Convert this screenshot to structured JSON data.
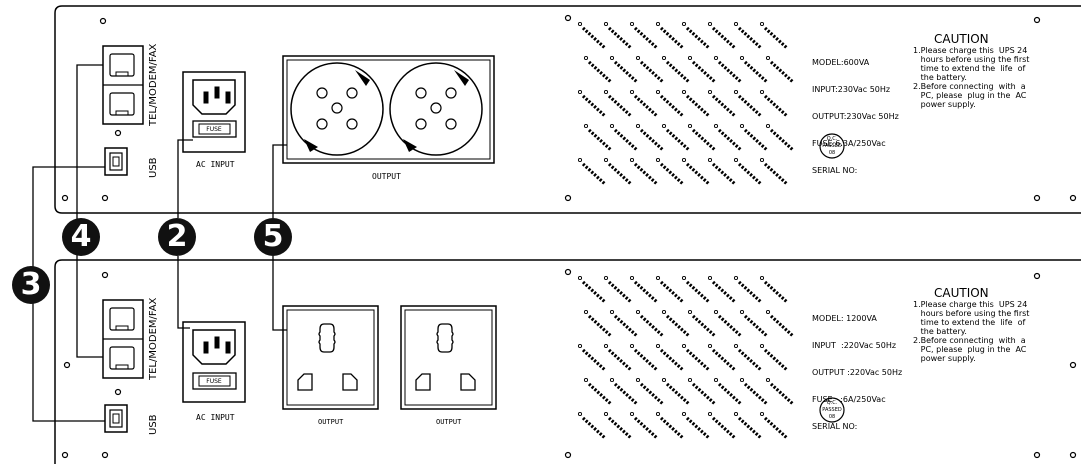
{
  "callouts": {
    "c4": "4",
    "c2": "2",
    "c5": "5",
    "c3": "3"
  },
  "top_panel": {
    "tel_label": "TEL/MODEM/FAX",
    "usb_label": "USB",
    "ac_input_label": "AC INPUT",
    "fuse_label": "FUSE",
    "output_label": "OUTPUT",
    "specs": [
      "MODEL:600VA",
      "INPUT:230Vac 50Hz",
      "OUTPUT:230Vac 50Hz",
      "FUSE:6.3A/250Vac",
      "SERIAL NO:"
    ],
    "caution_title": "CAUTION",
    "caution_lines": [
      "1.Please charge this  UPS 24",
      "   hours before using the first",
      "   time to extend the  life  of",
      "   the battery.",
      "2.Before connecting  with  a",
      "   PC, please  plug in the  AC",
      "   power supply."
    ],
    "stamp": [
      "Q.C.",
      "PASSED",
      "08"
    ]
  },
  "bottom_panel": {
    "tel_label": "TEL/MODEM/FAX",
    "usb_label": "USB",
    "ac_input_label": "AC INPUT",
    "fuse_label": "FUSE",
    "output_label_1": "OUTPUT",
    "output_label_2": "OUTPUT",
    "specs": [
      "MODEL: 1200VA",
      "INPUT  :220Vac 50Hz",
      "OUTPUT :220Vac 50Hz",
      "FUSE   :6A/250Vac",
      "SERIAL NO:"
    ],
    "caution_title": "CAUTION",
    "caution_lines": [
      "1.Please charge this  UPS 24",
      "   hours before using the first",
      "   time to extend the  life  of",
      "   the battery.",
      "2.Before connecting  with  a",
      "   PC, please  plug in the  AC",
      "   power supply."
    ],
    "stamp": [
      "Q.C.",
      "PASSED",
      "08"
    ]
  }
}
